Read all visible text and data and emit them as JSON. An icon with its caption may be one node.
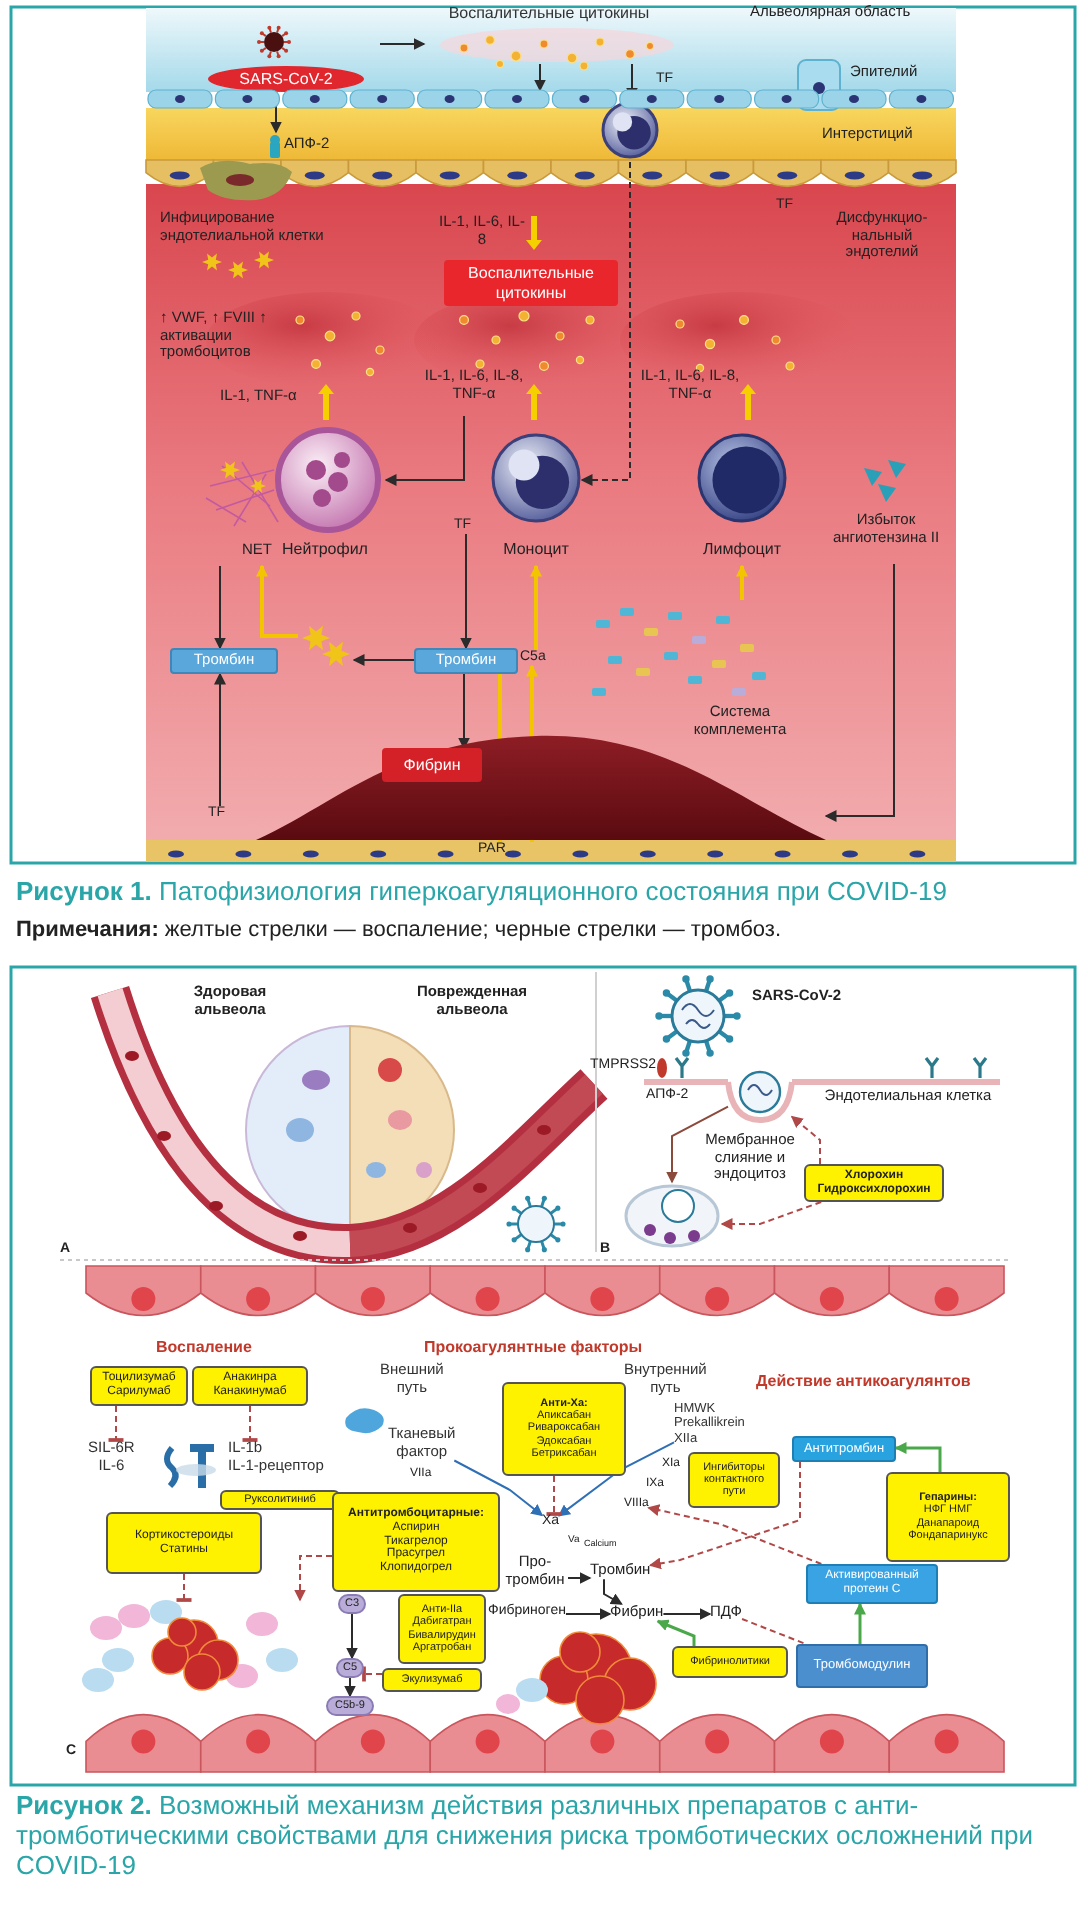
{
  "diagram": {
    "nodes": [
      {
        "text": [
          "SARS-CoV-2"
        ]
      },
      {
        "text": [
          "АПФ-2"
        ]
      },
      {
        "text": [
          "Воспалительные цитокины"
        ]
      },
      {
        "text": [],
        "shape": "picture"
      },
      {
        "text": [
          "Воспалительные цитокины"
        ]
      },
      {
        "text": [
          "Нейтрофил"
        ]
      },
      {
        "text": [
          "Моноцит"
        ]
      },
      {
        "text": [
          "Лимфоцит"
        ]
      },
      {
        "text": [
          "Избыток ангиотензина II"
        ]
      },
      {
        "text": [
          "TF"
        ]
      },
      {
        "text": [
          "Тромбин"
        ]
      },
      {
        "text": [],
        "shape": "picture"
      },
      {
        "text": [
          "Тромбин"
        ]
      },
      {
        "text": [
          "C5a"
        ]
      },
      {
        "text": [
          "Система комплемента"
        ]
      },
      {
        "text": [],
        "shape": "picture"
      },
      {
        "text": [
          "Фибрин"
        ],
        "in": 15
      },
      {
        "text": [
          "PAR"
        ]
      },
      {
        "text": [
          "TF"
        ]
      },
      {
        "text": [],
        "shape": "picture"
      },
      {
        "text": [],
        "shape": "picture"
      },
      {
        "text": [
          "Хлорохин Гидроксихлорохин"
        ]
      },
      {
        "text": [
          "Тоцилизумаб Сарилумаб"
        ]
      },
      {
        "text": [
          "Анакинра Канакинумаб"
        ]
      },
      {
        "text": [
          "SIL-6R IL-6"
        ]
      },
      {
        "text": [
          "IL-1b IL-1-рецептор"
        ]
      },
      {
        "text": [
          "Руксолитиниб"
        ]
      },
      {
        "text": [
          "Кортикостероиды Статины"
        ]
      },
      {
        "text": [
          "Антитромбоцитарные:",
          "Аспирин Тикагрелор Прасугрел Клопидогрел"
        ]
      },
      {
        "text": [
          "Анти-IIa Дабигатран Бивалирудин Аргатробан"
        ]
      },
      {
        "text": [
          "C3"
        ]
      },
      {
        "text": [
          "C5"
        ]
      },
      {
        "text": [
          "C5b-9"
        ]
      },
      {
        "text": [
          "Экулизумаб"
        ]
      },
      {
        "text": [],
        "shape": "picture"
      },
      {
        "text": [
          "Внешний путь"
        ]
      },
      {
        "text": [
          "Тканевый фактор"
        ]
      },
      {
        "text": [
          "Анти-Xa:",
          "Апиксабан Ривароксабан Эдоксабан Бетриксабан"
        ]
      },
      {
        "text": [
          "Xa"
        ]
      },
      {
        "text": [
          "Внутренний путь"
        ]
      },
      {
        "text": [
          "HMWK Prekallikrein XIIa"
        ]
      },
      {
        "text": [
          "Ингибиторы контактного пути"
        ]
      },
      {
        "text": [
          "Антитромбин"
        ]
      },
      {
        "text": [
          "Гепарины:",
          "НФГ НМГ Данапароид Фондапаринукс"
        ]
      },
      {
        "text": [
          "VIIIa"
        ]
      },
      {
        "text": [
          "Про-тромбин"
        ]
      },
      {
        "text": [
          "Тромбин"
        ]
      },
      {
        "text": [
          "Фибриноген"
        ]
      },
      {
        "text": [
          "Фибрин"
        ]
      },
      {
        "text": [
          "ПДФ"
        ]
      },
      {
        "text": [
          "Активированный протеин C"
        ]
      },
      {
        "text": [
          "Фибринолитики"
        ]
      },
      {
        "text": [
          "Тромбомодулин"
        ]
      },
      {
        "text": [],
        "shape": "picture",
        "beside": [
          "Эпителий"
        ]
      }
    ],
    "edges": [
      {
        "from": 0,
        "to": 1,
        "arrow": "to"
      },
      {
        "from": null,
        "to": 2,
        "arrow": "to"
      },
      {
        "from": 2,
        "to": 3,
        "arrow": "to"
      },
      {
        "from": 2,
        "to": 53,
        "arrow": "to"
      },
      {
        "from": 3,
        "to": 6,
        "arrow": "to",
        "style": "dashed"
      },
      {
        "from": null,
        "to": 5,
        "arrow": "to"
      },
      {
        "from": 5,
        "to": 10,
        "arrow": "to"
      },
      {
        "from": 18,
        "to": 10,
        "arrow": "to"
      },
      {
        "from": 9,
        "to": 12,
        "arrow": "to"
      },
      {
        "from": 12,
        "to": 11,
        "arrow": "to"
      },
      {
        "from": 11,
        "to": 5,
        "arrow": "to",
        "color": "#f2c500"
      },
      {
        "from": 12,
        "to": 16,
        "arrow": "to"
      },
      {
        "from": 12,
        "to": 17,
        "arrow": "to",
        "color": "#f2c500"
      },
      {
        "from": 13,
        "to": 6,
        "arrow": "to",
        "color": "#f2c500"
      },
      {
        "from": 17,
        "to": 13,
        "arrow": "to",
        "color": "#f2c500"
      },
      {
        "from": 14,
        "to": 7,
        "arrow": "to",
        "color": "#f2c500"
      },
      {
        "from": 8,
        "to": 15,
        "arrow": "to"
      },
      {
        "from": 19,
        "to": 20,
        "arrow": "to",
        "color": "#8b4a3a"
      },
      {
        "from": 21,
        "to": 19,
        "arrow": "to",
        "style": "dashed",
        "color": "#b04848"
      },
      {
        "from": 21,
        "to": 20,
        "arrow": "to",
        "style": "dashed",
        "color": "#b04848"
      },
      {
        "from": 22,
        "to": 24,
        "arrow": "other",
        "style": "dashed",
        "color": "#b04848"
      },
      {
        "from": 23,
        "to": 25,
        "arrow": "other",
        "style": "dashed",
        "color": "#b04848"
      },
      {
        "from": 27,
        "to": 34,
        "arrow": "other",
        "style": "dashed",
        "color": "#b04848"
      },
      {
        "from": 28,
        "to": 34,
        "arrow": "to",
        "style": "dashed",
        "color": "#b04848"
      },
      {
        "from": 30,
        "to": 31,
        "arrow": "to"
      },
      {
        "from": 31,
        "to": 32,
        "arrow": "to"
      },
      {
        "from": 33,
        "to": 31,
        "arrow": "other",
        "style": "dashed",
        "color": "#b04848"
      },
      {
        "from": 36,
        "to": 38,
        "arrow": "to",
        "color": "#2f6fb5"
      },
      {
        "from": 40,
        "to": 38,
        "arrow": "to",
        "color": "#2f6fb5"
      },
      {
        "from": 37,
        "to": 38,
        "arrow": "other",
        "style": "dashed",
        "color": "#b04848"
      },
      {
        "from": 45,
        "to": 46,
        "arrow": "to"
      },
      {
        "from": 47,
        "to": 48,
        "arrow": "to"
      },
      {
        "from": 48,
        "to": 49,
        "arrow": "to"
      },
      {
        "from": 46,
        "to": 48,
        "arrow": "to"
      },
      {
        "from": 43,
        "to": 42,
        "arrow": "to",
        "color": "#4aa84a"
      },
      {
        "from": 52,
        "to": 50,
        "arrow": "to",
        "color": "#4aa84a"
      },
      {
        "from": 51,
        "to": 48,
        "arrow": "to",
        "color": "#4aa84a"
      },
      {
        "from": 42,
        "to": 46,
        "arrow": "to",
        "style": "dashed",
        "color": "#b04848"
      },
      {
        "from": 50,
        "to": 44,
        "arrow": "to",
        "style": "dashed",
        "color": "#b04848"
      },
      {
        "from": 49,
        "to": 52,
        "arrow": "none",
        "style": "dashed",
        "color": "#b04848"
      }
    ],
    "labels": [
      "Альвеолярная область",
      "TF",
      "Интерстиций",
      "TF",
      "Инфицирование эндотелиальной клетки",
      "IL-1, IL-6, IL-8",
      "Дисфункцио-нальный эндотелий",
      "↑ VWF, ↑ FVIII ↑ активации тромбоцитов",
      "IL-1, TNF-α",
      "IL-1, IL-6, IL-8, TNF-α",
      "IL-1, IL-6, IL-8, TNF-α",
      "NET",
      "**Рисунок 1.** Патофизиология гиперкоагуляционного состояния при COVID-19",
      "**Примечания:** желтые стрелки — воспаление; черные стрелки — тромбоз.",
      "Здоровая альвеола",
      "Поврежденная альвеола",
      "SARS-CoV-2",
      "TMPRSS2",
      "АПФ-2",
      "Эндотелиальная клетка",
      "Мембранное слияние и эндоцитоз",
      "A",
      "B",
      "Воспаление",
      "Прокоагулянтные факторы",
      "Действие антикоагулянтов",
      "VIIa",
      "XIa",
      "IXa",
      "Va",
      "Calcium",
      "C",
      "**Рисунок 2.** Возможный механизм действия различных препаратов с анти-тромботическими свойствами для снижения риска тромботических осложнений при COVID-19"
    ]
  }
}
